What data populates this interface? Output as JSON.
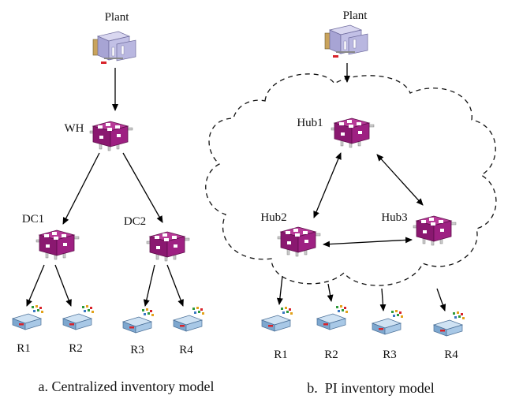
{
  "left_model": {
    "caption": "a. Centralized inventory model",
    "plant": "Plant",
    "warehouse": "WH",
    "dc1": "DC1",
    "dc2": "DC2",
    "retailers": [
      "R1",
      "R2",
      "R3",
      "R4"
    ]
  },
  "right_model": {
    "caption": "b.  PI inventory model",
    "plant": "Plant",
    "hub1": "Hub1",
    "hub2": "Hub2",
    "hub3": "Hub3",
    "retailers": [
      "R1",
      "R2",
      "R3",
      "R4"
    ]
  },
  "icons": {
    "plant": "factory-icon",
    "hub": "warehouse-icon",
    "retailer": "store-icon"
  },
  "colors": {
    "hub_fill": "#9b1d7d",
    "hub_dark": "#6e1258",
    "plant_fill": "#b7b5dc",
    "retailer_fill": "#9ec3e0"
  }
}
